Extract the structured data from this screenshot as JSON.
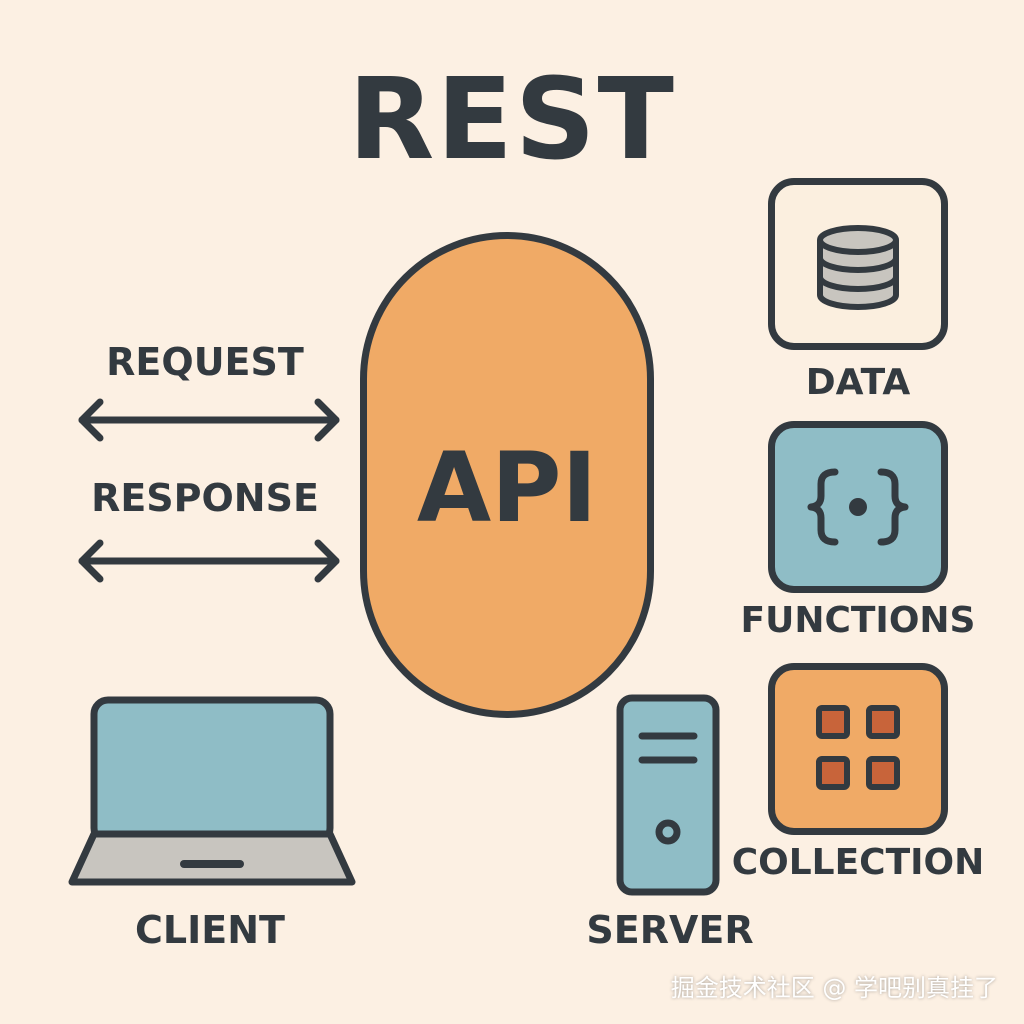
{
  "title": "REST",
  "center": {
    "label": "API"
  },
  "arrows": {
    "request_label": "REQUEST",
    "response_label": "RESPONSE"
  },
  "resources": [
    {
      "label": "DATA",
      "icon": "database-icon"
    },
    {
      "label": "FUNCTIONS",
      "icon": "curly-braces-icon"
    },
    {
      "label": "COLLECTION",
      "icon": "grid-icon"
    }
  ],
  "client": {
    "label": "CLIENT",
    "icon": "laptop-icon"
  },
  "server": {
    "label": "SERVER",
    "icon": "server-tower-icon"
  },
  "watermark": "掘金技术社区 @ 学吧别真挂了",
  "colors": {
    "background": "#fcf0e3",
    "outline": "#333a40",
    "orange": "#f0aa66",
    "teal": "#8fbdc6",
    "gray": "#c8c5bf"
  }
}
